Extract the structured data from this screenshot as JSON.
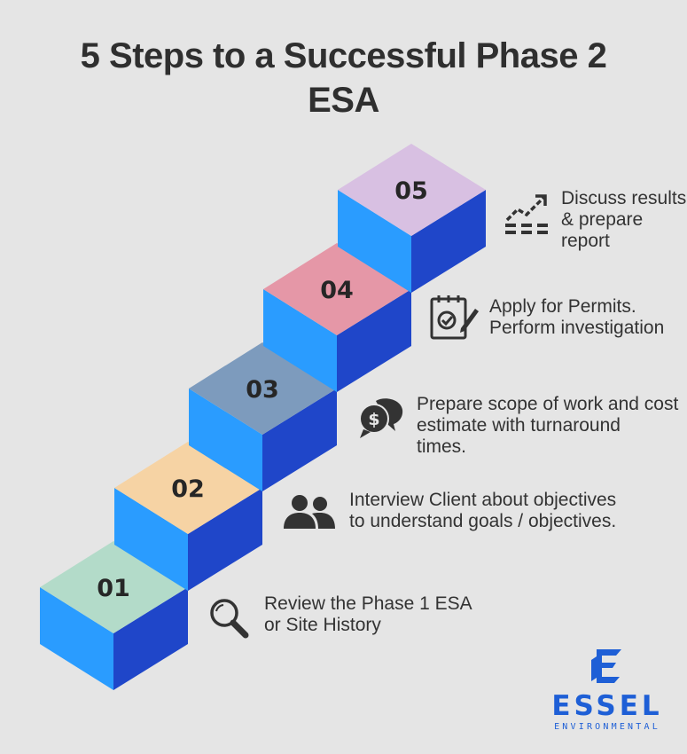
{
  "title_line1": "5 Steps to a Successful Phase 2",
  "title_line2": "ESA",
  "steps": [
    {
      "number": "01",
      "lines": [
        "Review the Phase 1 ESA",
        "or Site History"
      ],
      "icon": "magnifier-icon",
      "top_color": "#b3dbc9"
    },
    {
      "number": "02",
      "lines": [
        "Interview Client about objectives",
        "to understand goals / objectives."
      ],
      "icon": "people-icon",
      "top_color": "#f6d3a4"
    },
    {
      "number": "03",
      "lines": [
        "Prepare scope of work and cost",
        "estimate with turnaround",
        "times."
      ],
      "icon": "chat-dollar-icon",
      "top_color": "#7d9bbd"
    },
    {
      "number": "04",
      "lines": [
        "Apply for Permits.",
        "Perform investigation"
      ],
      "icon": "checklist-icon",
      "top_color": "#e597a7"
    },
    {
      "number": "05",
      "lines": [
        "Discuss results",
        "& prepare",
        "report"
      ],
      "icon": "growth-chart-icon",
      "top_color": "#d8c0e2"
    }
  ],
  "colors": {
    "left_face": "#2a9cff",
    "right_face": "#1f46c9",
    "icon_stroke": "#333333",
    "brand": "#1e5fd6"
  },
  "logo": {
    "word": "ESSEL",
    "sub": "ENVIRONMENTAL"
  }
}
